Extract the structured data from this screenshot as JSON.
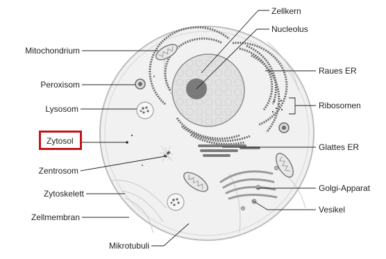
{
  "labels": {
    "zellkern": "Zellkern",
    "nucleolus": "Nucleolus",
    "mitochondrium": "Mitochondrium",
    "raues_er": "Raues ER",
    "peroxisom": "Peroxisom",
    "lysosom": "Lysosom",
    "ribosomen": "Ribosomen",
    "zytosol": "Zytosol",
    "glattes_er": "Glattes ER",
    "zentrosom": "Zentrosom",
    "zytoskelett": "Zytoskelett",
    "golgi_apparat": "Golgi-Apparat",
    "zellmembran": "Zellmembran",
    "vesikel": "Vesikel",
    "mikrotubuli": "Mikrotubuli"
  },
  "highlight": {
    "label_key": "zytosol",
    "color": "#c0151a"
  }
}
